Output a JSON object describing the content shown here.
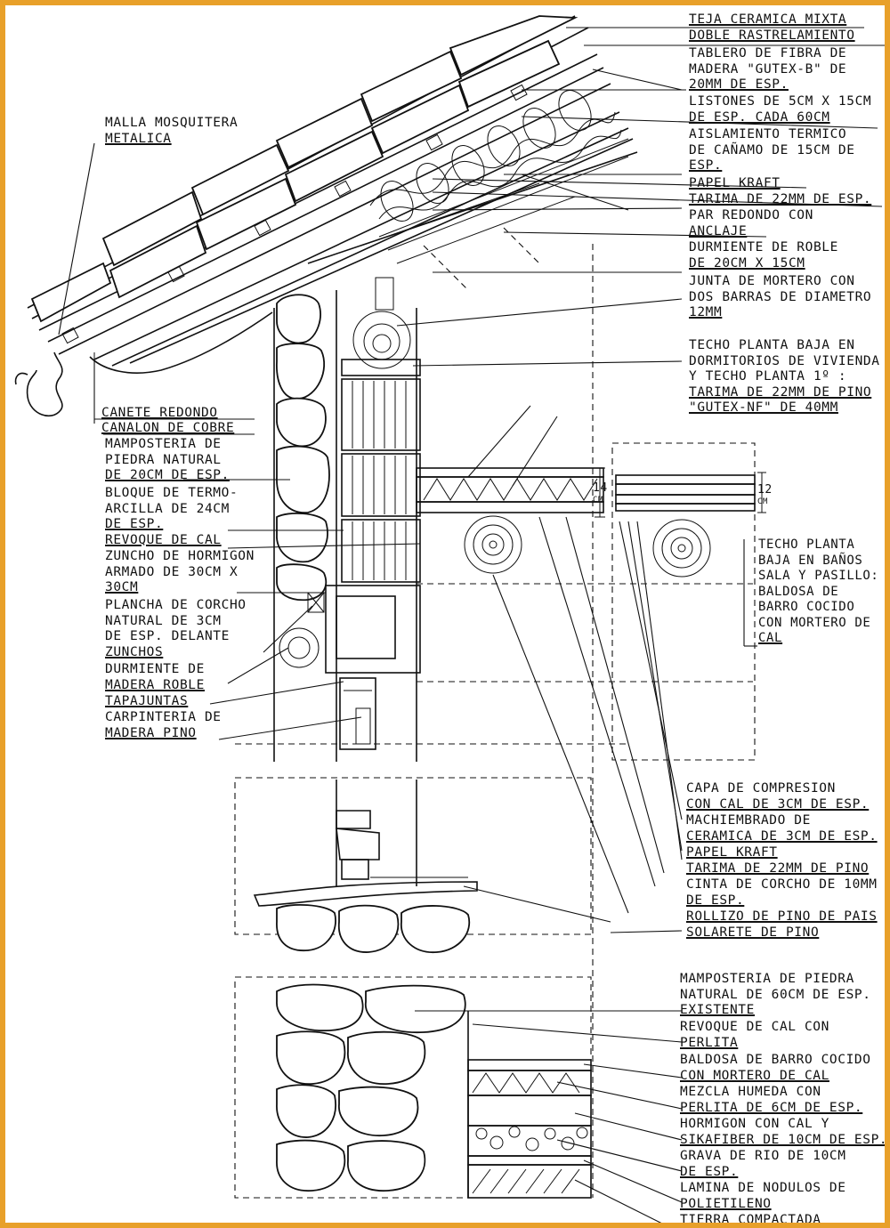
{
  "colors": {
    "frame": "#e8a02a",
    "ink": "#111111"
  },
  "watermark": "",
  "labels": {
    "teja": [
      "TEJA CERAMICA MIXTA"
    ],
    "rastrelamiento": [
      "DOBLE RASTRELAMIENTO"
    ],
    "tablero": [
      "TABLERO DE FIBRA DE",
      "MADERA \"GUTEX-B\" DE",
      "20MM DE ESP."
    ],
    "listones": [
      "LISTONES DE 5CM X 15CM",
      "DE ESP. CADA 60CM"
    ],
    "aislamiento": [
      "AISLAMIENTO TERMICO",
      "DE CAÑAMO DE 15CM DE",
      "ESP."
    ],
    "kraft_top": [
      "PAPEL KRAFT"
    ],
    "tarima_top": [
      "TARIMA DE 22MM DE ESP."
    ],
    "par": [
      "PAR REDONDO CON",
      "ANCLAJE"
    ],
    "durmiente_top": [
      "DURMIENTE DE ROBLE",
      "DE 20CM X 15CM"
    ],
    "junta": [
      "JUNTA DE MORTERO CON",
      "DOS BARRAS DE DIAMETRO",
      "12MM"
    ],
    "techo_pb": [
      "TECHO PLANTA BAJA EN",
      "DORMITORIOS DE VIVIENDA",
      "Y TECHO PLANTA 1º :",
      "TARIMA DE 22MM DE PINO",
      "\"GUTEX-NF\" DE 40MM"
    ],
    "malla": [
      "MALLA MOSQUITERA",
      "METALICA"
    ],
    "canete": [
      "CANETE REDONDO"
    ],
    "canalon": [
      "CANALON DE COBRE"
    ],
    "mamposteria_20": [
      "MAMPOSTERIA DE",
      "PIEDRA NATURAL",
      "DE 20CM DE ESP."
    ],
    "bloque": [
      "BLOQUE DE TERMO-",
      "ARCILLA DE 24CM",
      "DE ESP."
    ],
    "revoque": [
      "REVOQUE DE CAL"
    ],
    "zuncho": [
      "ZUNCHO DE HORMIGON",
      "ARMADO DE 30CM X",
      "30CM"
    ],
    "plancha": [
      "PLANCHA DE CORCHO",
      "NATURAL DE 3CM",
      "DE ESP. DELANTE",
      "ZUNCHOS"
    ],
    "durmiente_low": [
      "DURMIENTE DE",
      "MADERA ROBLE"
    ],
    "tapajuntas": [
      "TAPAJUNTAS"
    ],
    "carpinteria": [
      "CARPINTERIA DE",
      "MADERA PINO"
    ],
    "techo_banos": [
      "TECHO PLANTA",
      "BAJA EN BAÑOS",
      "SALA Y PASILLO:",
      "BALDOSA DE",
      "BARRO COCIDO",
      "CON MORTERO DE",
      "CAL"
    ],
    "capa": [
      "CAPA DE COMPRESION",
      "CON CAL DE 3CM DE ESP."
    ],
    "machiembrado": [
      "MACHIEMBRADO DE",
      "CERAMICA DE 3CM DE ESP."
    ],
    "kraft_low": [
      "PAPEL KRAFT"
    ],
    "tarima_pino": [
      "TARIMA DE 22MM DE PINO"
    ],
    "cinta": [
      "CINTA DE CORCHO DE 10MM",
      "DE ESP."
    ],
    "rollizo": [
      "ROLLIZO DE PINO DE PAIS"
    ],
    "solarete": [
      "SOLARETE DE PINO"
    ],
    "mamposteria_60": [
      "MAMPOSTERIA DE PIEDRA",
      "NATURAL DE 60CM DE ESP.",
      "EXISTENTE"
    ],
    "revoque_perlita": [
      "REVOQUE DE CAL CON",
      "PERLITA"
    ],
    "baldosa": [
      "BALDOSA DE BARRO COCIDO",
      "CON MORTERO DE CAL"
    ],
    "mezcla": [
      "MEZCLA HUMEDA CON",
      "PERLITA DE 6CM DE ESP."
    ],
    "hormigon": [
      "HORMIGON CON CAL Y",
      "SIKAFIBER DE 10CM DE ESP."
    ],
    "grava": [
      "GRAVA DE RIO DE 10CM",
      "DE ESP."
    ],
    "lamina": [
      "LAMINA DE NODULOS DE",
      "POLIETILENO"
    ],
    "tierra": [
      "TIERRA COMPACTADA"
    ]
  },
  "dimensions": {
    "d14": "14",
    "d12": "12",
    "unit": "CM"
  }
}
